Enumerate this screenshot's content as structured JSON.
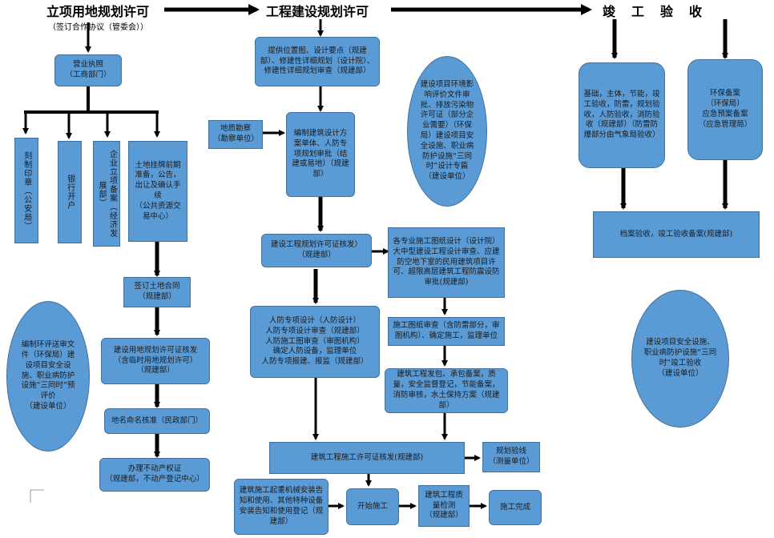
{
  "headers": {
    "stage1": "立项用地规划许可",
    "stage1_note": "（签订合作协议（管委会））",
    "stage2": "工程建设规划许可",
    "stage3": "竣　工　验　收"
  },
  "left": {
    "business_license": "营业执照\n（工商部门）",
    "seal": "刻制印章（公安局）",
    "bank": "银行开户",
    "filing": "企业立项备案（经济发展部）",
    "land_listing": "土地挂牌前期准备，公告，出让及确认手续\n（公共资源交易中心）",
    "land_contract": "签订土地合同\n（规建部）",
    "land_permit": "建设用地规划许可证核发\n（含临时用地规划许可）\n（规建部）",
    "naming": "地名命名核准（民政部门）",
    "property": "办理不动产权证\n（规建部，不动产登记中心）",
    "env_ellipse": "编制环评送审文件（环保局）建设项目安全设施、职业病防护设施“三同时”预评价\n（建设单位）"
  },
  "middle": {
    "site_plan": "提供位置图、设计要点（规建部）、修建性详细规划（设计院）、修建性详细规划审查（规建部）",
    "geo": "地质勘察\n（勘察单位）",
    "design_scheme": "编制建筑设计方案单体、人防专项规划审批（结建或易地）（规建部）",
    "env_ellipse": "建设项目环境影响评价文件审批、排放污染物许可证（部分企业需要）（环保局）建设项目安全设施、职业病防护设施“三同时”设计专篇\n（建设单位）",
    "planning_permit": "建设工程规划许可证核发）\n（规建部）",
    "drawings": "各专业施工图纸设计（设计院）大中型建设工程设计审查、应建防空地下室的民用建筑项目许可、超限高层建筑工程防震设防审批(规建部)",
    "civil_defense": "人防专项设计（人防设计）\n人防专项设计审查（规建部）\n人防施工图审查（审图机构）\n确定人防设备，监理单位\n人防专项报建、报监（规建部）",
    "drawing_review": "施工图纸审查（含防雷部分，审图机构）、确定施工，监理单位",
    "contracting": "建筑工程发包、承包备案，质量，安全监督登记，节能备案，消防审核，水土保持方案（规建部）",
    "construction_permit": "建筑工程施工许可证核发(规建部)",
    "line_check": "规划验线\n（测量单位）",
    "crane": "建筑施工起重机械安装告知和使用、其他特种设备安装告知和使用登记（规建部）",
    "start": "开始施工",
    "quality": "建筑工程质量检测\n（规建部）",
    "done": "施工完成"
  },
  "right": {
    "acceptance": "基础，主体，节能，竣工验收，防雷，规划验收，人防验收，消防验收（规建部）（防雷防爆部分由气象局验收）",
    "env_filing": "环保备案\n（环保局）\n应急预案备案\n（应急管理局）",
    "archive": "档案验收，竣工验收备案(规建部)",
    "ellipse": "建设项目安全设施、职业病防护设施“三同时”竣工验收\n（建设单位）"
  }
}
